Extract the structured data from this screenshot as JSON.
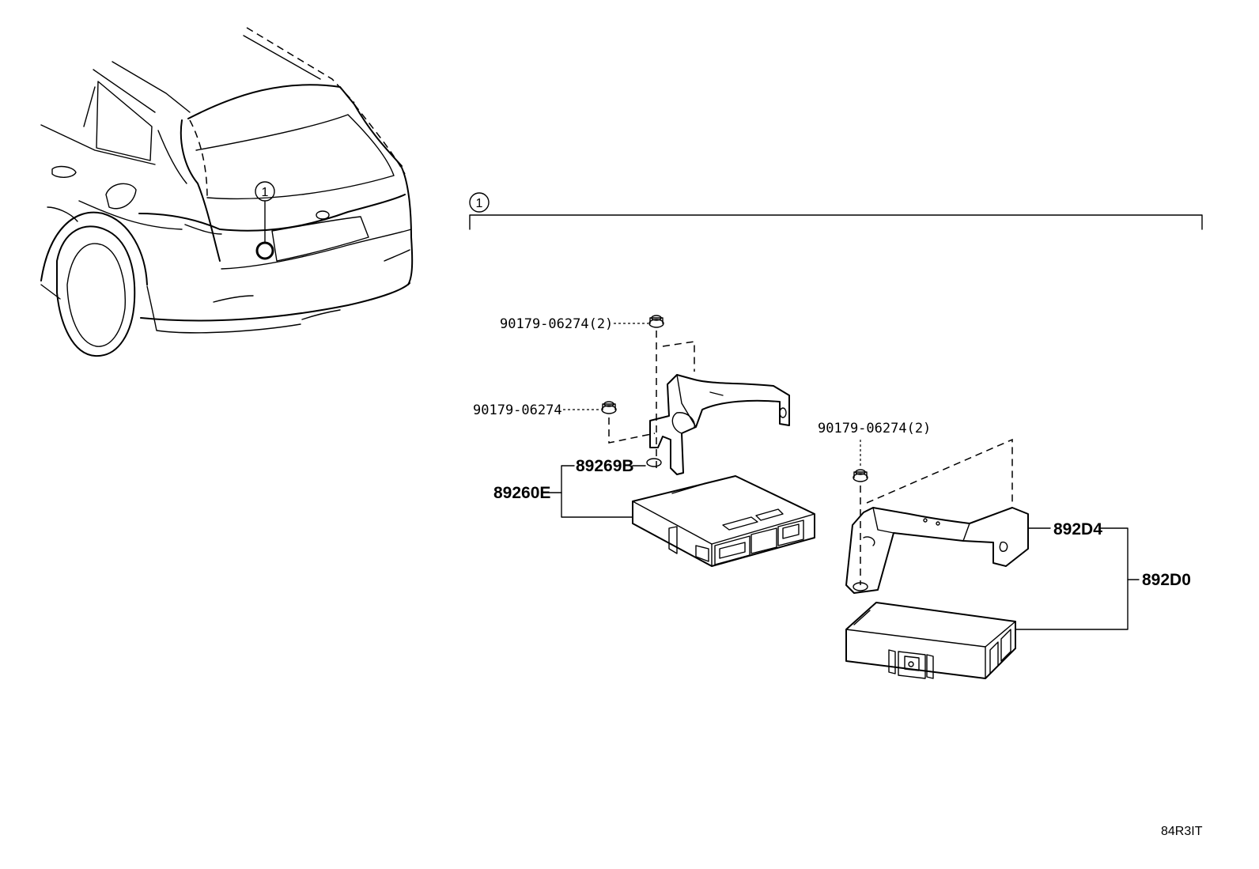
{
  "diagram": {
    "callouts": {
      "location_marker": "1",
      "group_bracket": "1"
    },
    "parts": {
      "bolt_top": "90179-06274(2)",
      "bolt_left": "90179-06274",
      "bolt_right": "90179-06274(2)",
      "bracket_left": "89269B",
      "ecu_left": "89260E",
      "bracket_right": "892D4",
      "ecu_right": "892D0"
    },
    "illustration_code": "84R3IT"
  }
}
